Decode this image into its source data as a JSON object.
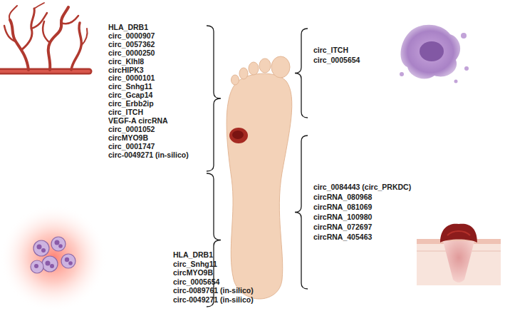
{
  "diagram": {
    "labels": [
      "HLA_DRB1",
      "circ_0000907",
      "circ_0057362",
      "circ_0000250",
      "circ_Klhl8",
      "circHIPK3",
      "circ_0000101",
      "circ_Snhg11",
      "circ_Gcap14",
      "circ_Erbb2ip",
      "circ_ITCH",
      "VEGF-A circRNA",
      "circ_0001052",
      "circMYO9B",
      "circ_0001747",
      "circ-0049271 (in-silico)",
      "circ_ITCH",
      "circ_0005654",
      "circ_0084443 (circ_PRKDC)",
      "circRNA_080968",
      "circRNA_081069",
      "circRNA_100980",
      "circRNA_072697",
      "circRNA_405463",
      "HLA_DRB1",
      "circ_Snhg11",
      "circMYO9B",
      "circ_0005654",
      "circ-0089761 (in-silico)",
      "circ-0049271 (in-silico)"
    ]
  }
}
